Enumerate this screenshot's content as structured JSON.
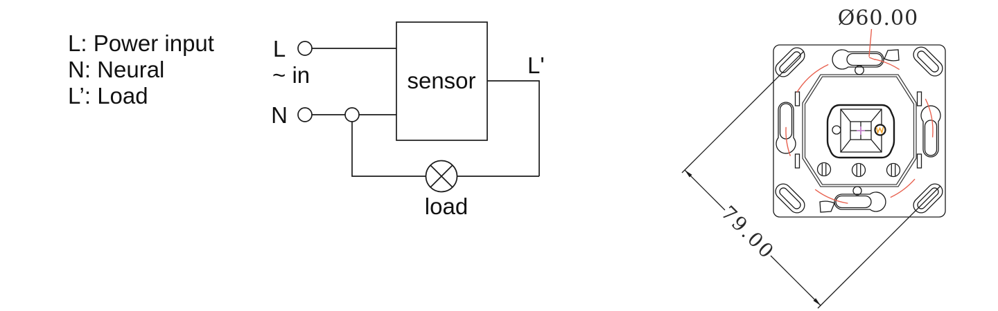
{
  "legend": {
    "line1": "L: Power input",
    "line2": "N: Neural",
    "line3": "L’: Load"
  },
  "circuit": {
    "input_l": "L",
    "ac_in": "~ in",
    "input_n": "N",
    "sensor": "sensor",
    "output_l_prime": "L'",
    "load": "load"
  },
  "drawing": {
    "diameter_label": "Ø60.00",
    "diagonal_label": "79.00"
  },
  "colors": {
    "ink": "#1a1a1a",
    "red_marking": "#e8604e",
    "orange_filament": "#f0a32c",
    "purple_cross": "#c77fd0"
  }
}
